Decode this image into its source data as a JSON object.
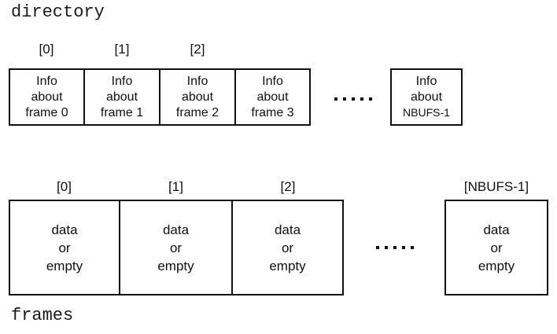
{
  "diagram": {
    "title_directory": "directory",
    "title_frames": "frames",
    "directory": {
      "labels": [
        "[0]",
        "[1]",
        "[2]"
      ],
      "cells": [
        {
          "line1": "Info",
          "line2": "about",
          "line3": "frame 0"
        },
        {
          "line1": "Info",
          "line2": "about",
          "line3": "frame 1"
        },
        {
          "line1": "Info",
          "line2": "about",
          "line3": "frame 2"
        },
        {
          "line1": "Info",
          "line2": "about",
          "line3": "frame 3"
        }
      ],
      "ellipsis": ". . . . .",
      "last_cell": {
        "line1": "Info",
        "line2": "about",
        "line3": "NBUFS-1"
      }
    },
    "frames": {
      "labels": [
        "[0]",
        "[1]",
        "[2]"
      ],
      "last_label": "[NBUFS-1]",
      "cells": [
        {
          "line1": "data",
          "line2": "or",
          "line3": "empty"
        },
        {
          "line1": "data",
          "line2": "or",
          "line3": "empty"
        },
        {
          "line1": "data",
          "line2": "or",
          "line3": "empty"
        }
      ],
      "ellipsis": ". . . . .",
      "last_cell": {
        "line1": "data",
        "line2": "or",
        "line3": "empty"
      }
    },
    "colors": {
      "stroke": "#111111",
      "background": "#ffffff",
      "text": "#111111"
    }
  }
}
